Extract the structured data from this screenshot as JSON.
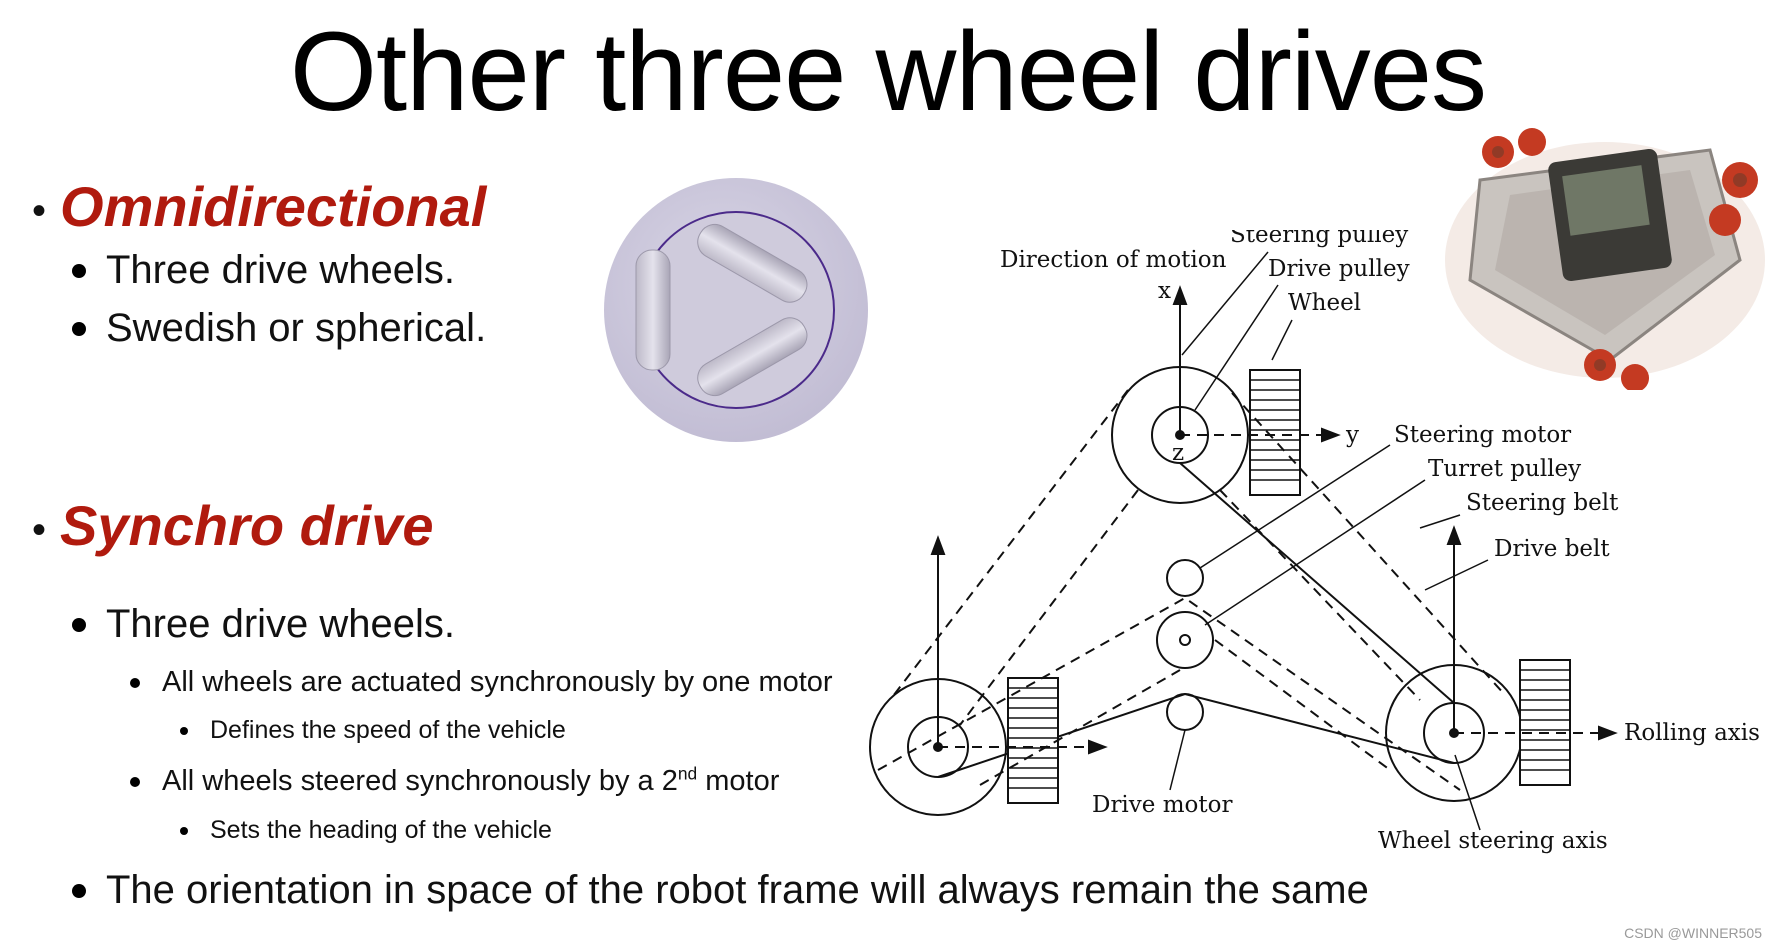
{
  "slide": {
    "title": "Other three wheel drives",
    "sections": [
      {
        "heading": "Omnidirectional",
        "items": [
          "Three drive wheels.",
          "Swedish or spherical."
        ]
      },
      {
        "heading": "Synchro drive",
        "item1": "Three drive wheels.",
        "sub1": "All wheels are actuated synchronously by one motor",
        "sub1a": "Defines the speed of the vehicle",
        "sub2_pre": "All wheels steered synchronously by a 2",
        "sub2_sup": "nd",
        "sub2_post": " motor",
        "sub2a": "Sets the heading of the vehicle",
        "item2": "The orientation in space of the robot frame will always remain the same"
      }
    ]
  },
  "diagram": {
    "labels": {
      "direction": "Direction of motion",
      "steering_pulley": "Steering pulley",
      "drive_pulley": "Drive pulley",
      "wheel": "Wheel",
      "x": "x",
      "y": "y",
      "z": "z",
      "steering_motor": "Steering motor",
      "turret_pulley": "Turret pulley",
      "steering_belt": "Steering belt",
      "drive_belt": "Drive belt",
      "rolling_axis": "Rolling axis",
      "drive_motor": "Drive motor",
      "wheel_steering_axis": "Wheel steering axis"
    }
  },
  "watermark": "CSDN @WINNER505",
  "colors": {
    "accent": "#b01a0e",
    "text": "#111111"
  }
}
